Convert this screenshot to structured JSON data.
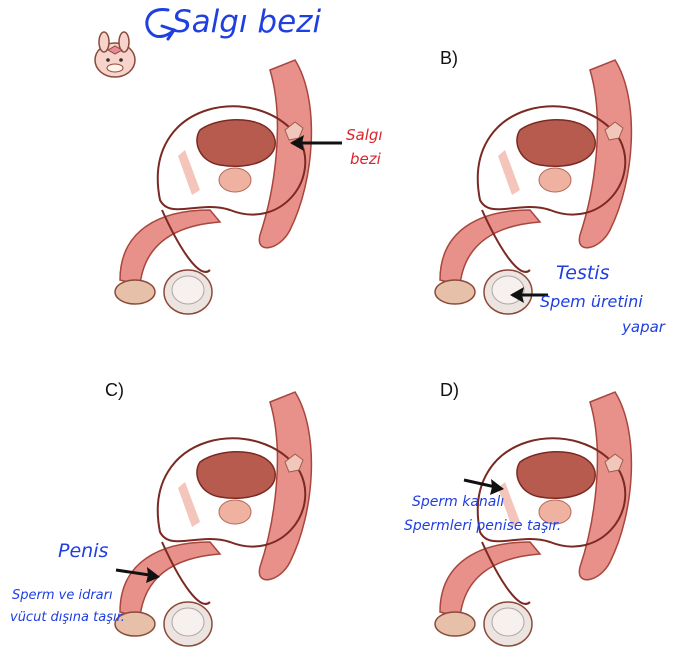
{
  "heading": {
    "text": "Salgı bezi"
  },
  "panels": {
    "a": {
      "annotation_line1": "Salgı",
      "annotation_line2": "bezi"
    },
    "b": {
      "label": "B)",
      "annotation_title": "Testis",
      "annotation_line1": "Spem üretini",
      "annotation_line2": "yapar"
    },
    "c": {
      "label": "C)",
      "annotation_title": "Penis",
      "annotation_line1": "Sperm ve idrarı",
      "annotation_line2": "vücut dışına taşır."
    },
    "d": {
      "label": "D)",
      "annotation_line1": "Sperm kanalı",
      "annotation_line2": "Spermleri penise taşır."
    }
  },
  "colors": {
    "ink_blue": "#1f3fe0",
    "ink_red": "#d8242c",
    "tissue": "#e8918a",
    "organ": "#b75b4f",
    "outline": "#7a2a22"
  }
}
